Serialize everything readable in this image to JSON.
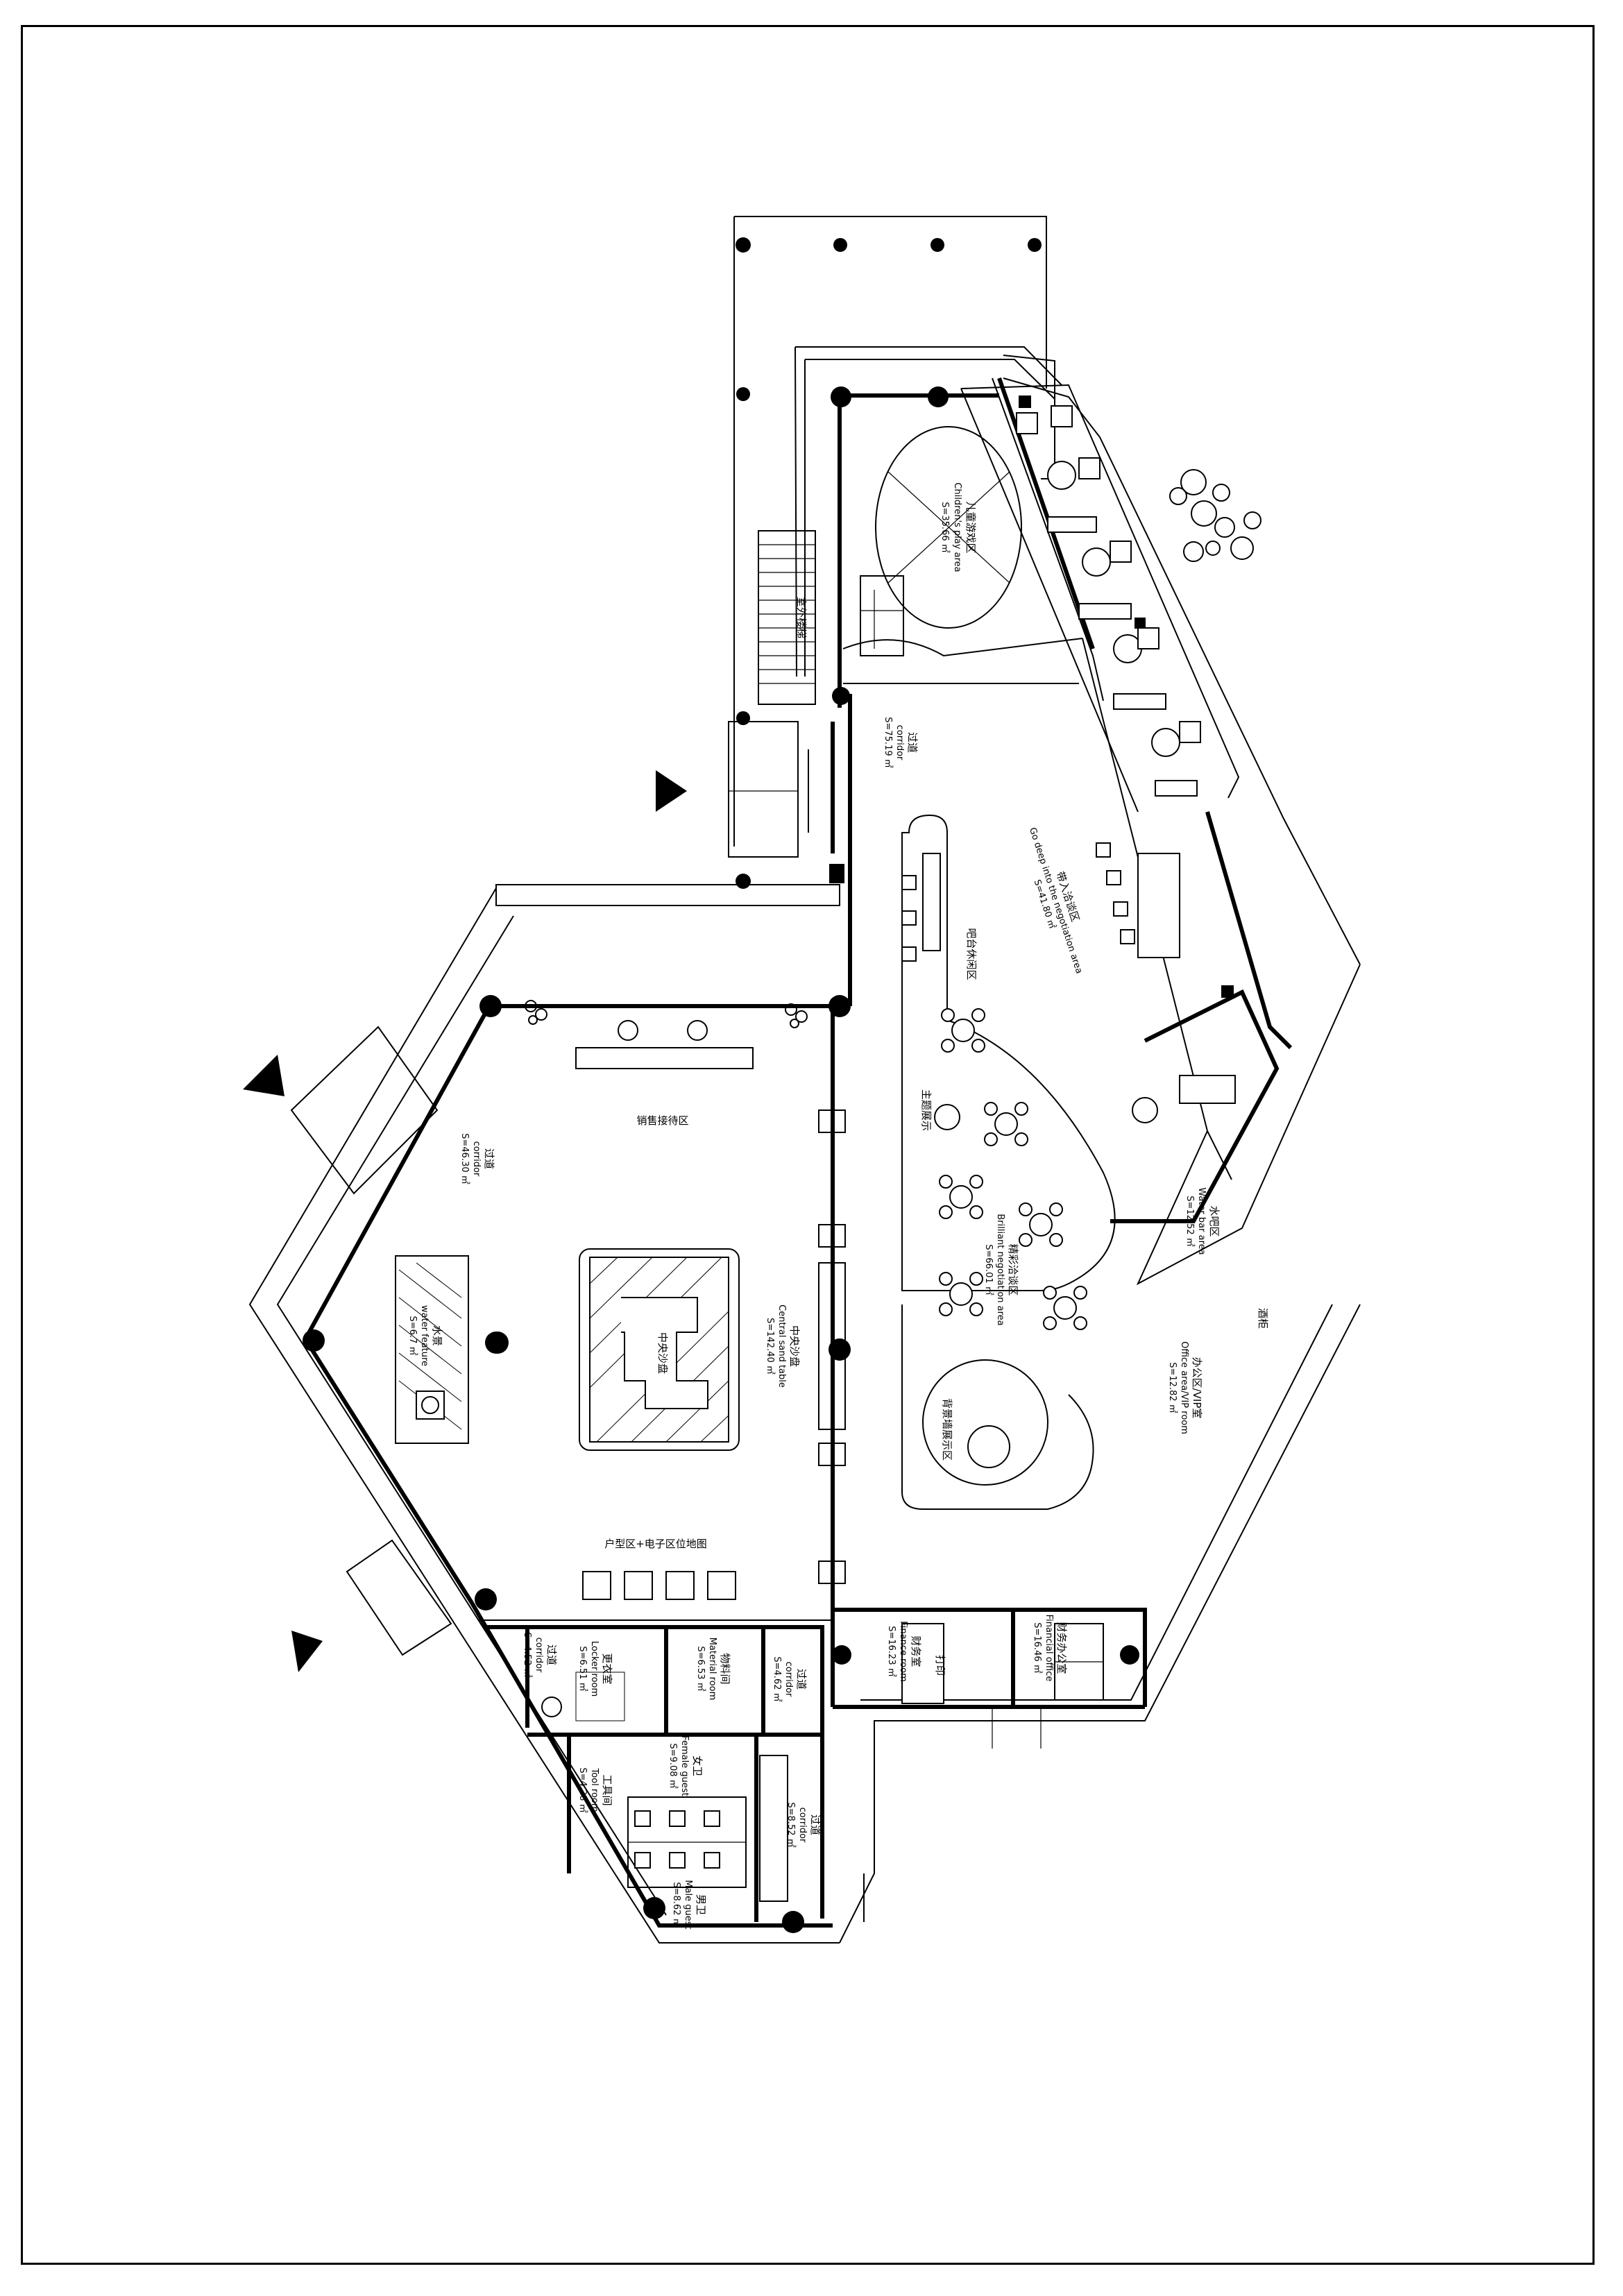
{
  "rooms": {
    "childrens_play": {
      "cn": "儿童游戏区",
      "en": "Children's play area",
      "area": "S=35.66 ㎡"
    },
    "corridor_top": {
      "cn": "过道",
      "en": "corridor",
      "area": "S=75.19 ㎡"
    },
    "reception_area": {
      "cn": "带入洽谈区",
      "en": "Go deep into the negotiation area",
      "area": "S=41.80 ㎡"
    },
    "bar_area": {
      "cn": "吧台休闲区"
    },
    "feature_display": {
      "cn": "主题展示"
    },
    "sales_area": {
      "cn": "销售接待区"
    },
    "corridor_left": {
      "cn": "过道",
      "en": "corridor",
      "area": "S=46.30 ㎡"
    },
    "water_bar": {
      "cn": "水吧区",
      "en": "Water bar area",
      "area": "S=12.52 ㎡"
    },
    "brilliant_negotiation": {
      "cn": "精彩洽谈区",
      "en": "Brilliant negotiation area",
      "area": "S=66.01 ㎡"
    },
    "central_sand": {
      "cn": "中央沙盘",
      "en": "Central sand table",
      "area": "S=142.40 ㎡"
    },
    "sand_table_label": {
      "cn": "中央沙盘"
    },
    "water_feature": {
      "cn": "水景",
      "en": "water feature",
      "area": "S=6.7 ㎡"
    },
    "vip_office": {
      "cn": "办公区/VIP室",
      "en": "Office area/VIP room",
      "area": "S=12.82 ㎡"
    },
    "wine_display": {
      "cn": "酒柜"
    },
    "feature_wall": {
      "cn": "背景墙展示区"
    },
    "unit_display": {
      "cn": "户型区+电子区位地图"
    },
    "finance_room": {
      "cn": "财务室",
      "en": "Finance room",
      "area": "S=16.23 ㎡"
    },
    "print_room": {
      "cn": "打印"
    },
    "finance_office": {
      "cn": "财务办公室",
      "en": "Financial office",
      "area": "S=16.46 ㎡"
    },
    "corridor_lower_left": {
      "cn": "过道",
      "en": "corridor",
      "area": "S=4.52 ㎡"
    },
    "locker_room": {
      "cn": "更衣室",
      "en": "Locker room",
      "area": "S=6.51 ㎡"
    },
    "material_room": {
      "cn": "物料间",
      "en": "Material room",
      "area": "S=6.53 ㎡"
    },
    "corridor_lower_mid": {
      "cn": "过道",
      "en": "corridor",
      "area": "S=4.62 ㎡"
    },
    "tool_room": {
      "cn": "工具间",
      "en": "Tool room",
      "area": "S=4.28 ㎡"
    },
    "female_guest": {
      "cn": "女卫",
      "en": "Female guest",
      "area": "S=9.08 ㎡"
    },
    "corridor_lower_right": {
      "cn": "过道",
      "en": "corridor",
      "area": "S=8.52 ㎡"
    },
    "male_guest": {
      "cn": "男卫",
      "en": "Male guest",
      "area": "S=8.62 ㎡"
    },
    "outdoor_stair": {
      "cn": "室外楼梯"
    }
  }
}
